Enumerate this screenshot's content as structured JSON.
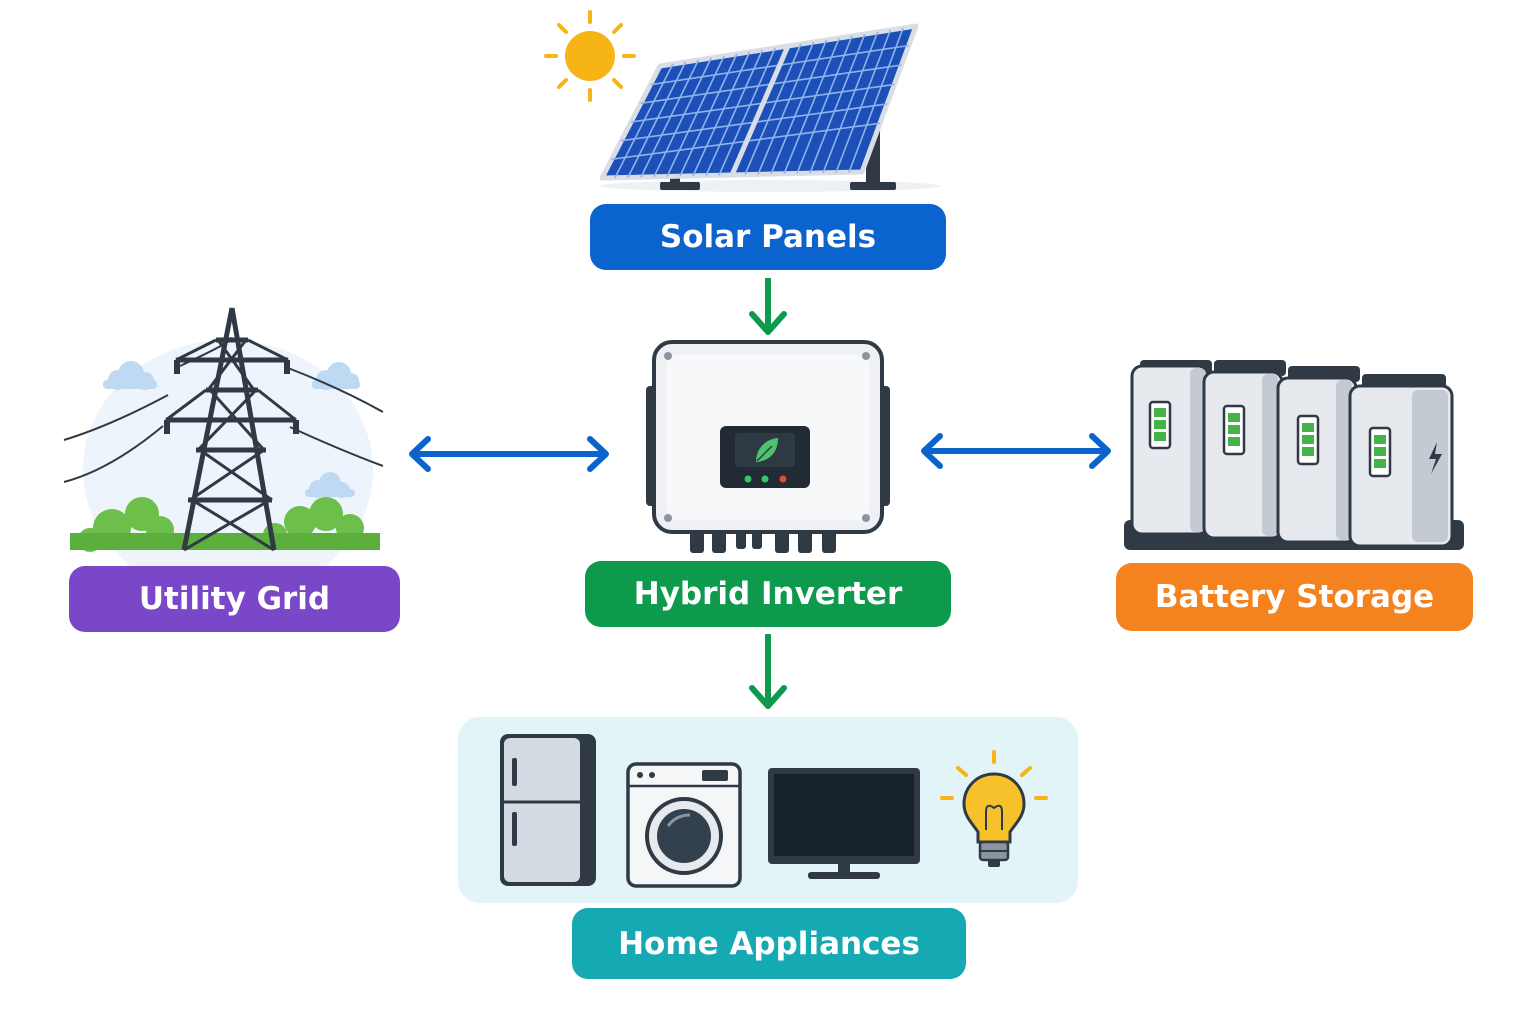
{
  "nodes": {
    "solar": {
      "label": "Solar Panels",
      "color": "#0b63ce"
    },
    "grid": {
      "label": "Utility Grid",
      "color": "#7a47c9"
    },
    "inverter": {
      "label": "Hybrid Inverter",
      "color": "#0d9a4c"
    },
    "battery": {
      "label": "Battery Storage",
      "color": "#f3821f"
    },
    "home": {
      "label": "Home Appliances",
      "color": "#14a9b3"
    }
  },
  "connections": [
    {
      "from": "solar",
      "to": "inverter",
      "direction": "one-way",
      "color": "#0d9a4c"
    },
    {
      "from": "grid",
      "to": "inverter",
      "direction": "bidirectional",
      "color": "#0b63ce"
    },
    {
      "from": "inverter",
      "to": "battery",
      "direction": "bidirectional",
      "color": "#0b63ce"
    },
    {
      "from": "inverter",
      "to": "home",
      "direction": "one-way",
      "color": "#0d9a4c"
    }
  ],
  "icons": [
    "sun-icon",
    "solar-panel-icon",
    "transmission-tower-icon",
    "inverter-icon",
    "leaf-icon",
    "battery-bank-icon",
    "refrigerator-icon",
    "washing-machine-icon",
    "television-icon",
    "light-bulb-icon"
  ]
}
